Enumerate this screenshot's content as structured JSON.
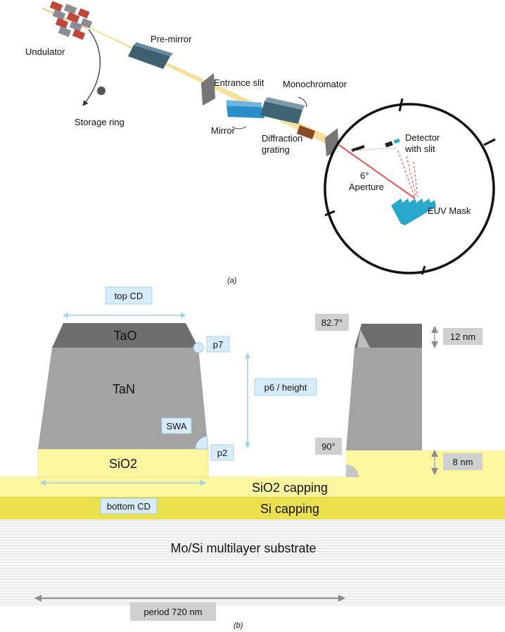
{
  "panel_a": {
    "caption": "(a)",
    "labels": {
      "undulator": "Undulator",
      "storage_ring": "Storage ring",
      "pre_mirror": "Pre-mirror",
      "entrance_slit": "Entrance slit",
      "monochromator": "Monochromator",
      "mirror": "Mirror",
      "diffraction_grating_1": "Diffraction",
      "diffraction_grating_2": "grating",
      "detector_1": "Detector",
      "detector_2": "with slit",
      "angle": "6°",
      "aperture": "Aperture",
      "euv_mask": "EUV Mask"
    }
  },
  "panel_b": {
    "caption": "(b)",
    "labels": {
      "top_cd": "top CD",
      "tao": "TaO",
      "p7": "p7",
      "tan": "TaN",
      "p6_height": "p6 / height",
      "swa": "SWA",
      "p2": "p2",
      "sio2": "SiO2",
      "sio2_capping": "SiO2 capping",
      "bottom_cd": "bottom CD",
      "si_capping": "Si capping",
      "substrate": "Mo/Si multilayer substrate",
      "period": "period 720 nm",
      "angle_top": "82.7°",
      "angle_bottom": "90°",
      "thickness_top": "12 nm",
      "thickness_bottom": "8 nm"
    }
  },
  "colors": {
    "tao": "#6e6e6e",
    "tan": "#a3a3a3",
    "sio2": "#fbf7a0",
    "si_capping": "#ebe04e",
    "substrate": "#f4f4f4",
    "tag_blue": "#d8ecf8",
    "tag_gray": "#d0d0d0",
    "beam": "#f3dc8a",
    "mask": "#2aa8cc"
  }
}
